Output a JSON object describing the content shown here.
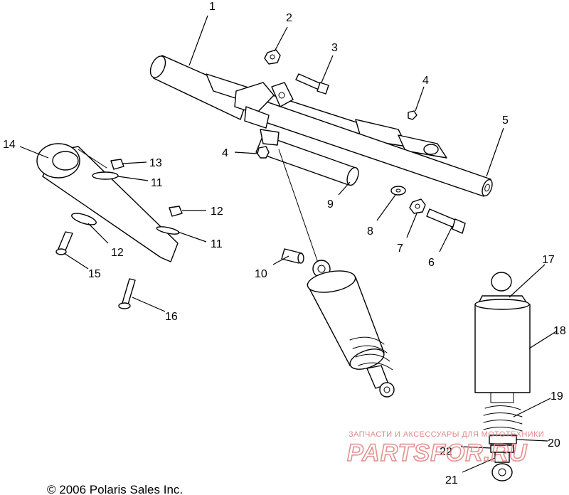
{
  "callouts": {
    "c1": "1",
    "c2": "2",
    "c3": "3",
    "c4a": "4",
    "c4b": "4",
    "c5": "5",
    "c6": "6",
    "c7": "7",
    "c8": "8",
    "c9": "9",
    "c10": "10",
    "c11a": "11",
    "c11b": "11",
    "c12a": "12",
    "c12b": "12",
    "c13": "13",
    "c14": "14",
    "c15": "15",
    "c16": "16",
    "c17": "17",
    "c18": "18",
    "c19": "19",
    "c20": "20",
    "c21": "21",
    "c22": "22"
  },
  "copyright": "© 2006 Polaris Sales Inc.",
  "watermark": {
    "subtitle": "ЗАПЧАСТИ И АКСЕССУАРЫ ДЛЯ МОТОТЕХНИКИ",
    "brand": "PARTSFOR.RU"
  }
}
